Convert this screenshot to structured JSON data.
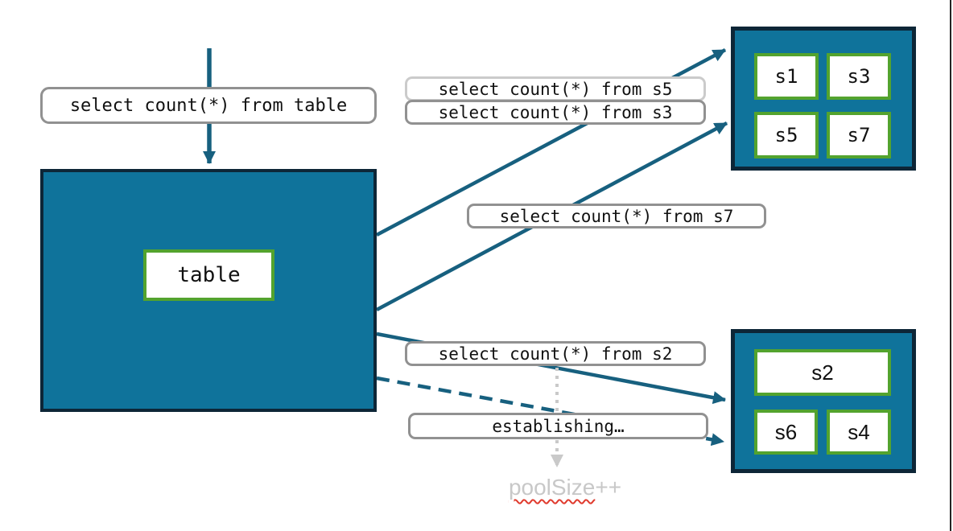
{
  "colors": {
    "node_fill": "#0f739b",
    "node_border": "#0d2637",
    "shard_border": "#53a32e",
    "arrow": "#17607f",
    "label_border": "#919191",
    "label_border_light": "#cbcbcb",
    "muted_text": "#c8c8c8",
    "dotted_arrow": "#c9c9c9",
    "squiggle": "#e03b2e"
  },
  "queries": {
    "from_table": "select count(*) from table",
    "from_s5": "select count(*) from s5",
    "from_s3": "select count(*) from s3",
    "from_s7": "select count(*) from s7",
    "from_s2": "select count(*) from s2",
    "establishing": "establishing…"
  },
  "nodes": {
    "table": {
      "label": "table"
    },
    "pool_top": {
      "shards": [
        "s1",
        "s3",
        "s5",
        "s7"
      ]
    },
    "pool_bottom": {
      "wide_shard": "s2",
      "shards": [
        "s6",
        "s4"
      ]
    }
  },
  "status": {
    "pool_size_word": "poolSize",
    "pool_size_suffix": "++"
  }
}
